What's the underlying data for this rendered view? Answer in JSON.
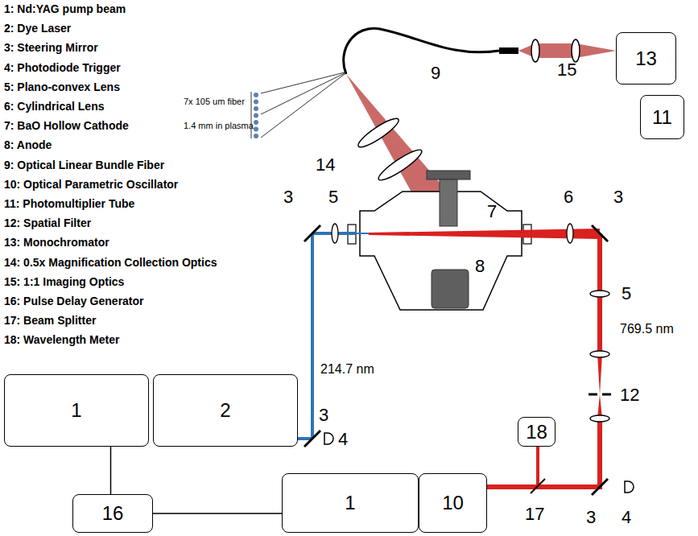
{
  "diagram": {
    "nodes": [
      {
        "text": [
          "13"
        ]
      },
      {
        "text": [
          "11"
        ]
      },
      {
        "text": [
          "1"
        ]
      },
      {
        "text": [
          "2"
        ]
      },
      {
        "text": [
          "18"
        ]
      },
      {
        "text": [
          "16"
        ]
      },
      {
        "text": [
          "1"
        ]
      },
      {
        "text": [
          "10"
        ]
      }
    ],
    "edges": [
      {
        "from": 5,
        "to": 2,
        "arrow": "none"
      },
      {
        "from": 5,
        "to": 6,
        "arrow": "none"
      }
    ],
    "labels": [
      "1: Nd:YAG pump beam",
      "2: Dye Laser",
      "3: Steering Mirror",
      "4: Photodiode Trigger",
      "5: Plano-convex Lens",
      "6: Cylindrical Lens",
      "7: BaO Hollow Cathode",
      "8: Anode",
      "9: Optical Linear Bundle Fiber",
      "10: Optical Parametric Oscillator",
      "11: Photomultiplier Tube",
      "12: Spatial Filter",
      "13: Monochromator",
      "14: 0.5x Magnification Collection Optics",
      "15: 1:1 Imaging Optics",
      "16: Pulse Delay Generator",
      "17: Beam Splitter",
      "18: Wavelength Meter",
      "3",
      "5",
      "3",
      "6",
      "7",
      "8",
      "14",
      "9",
      "15",
      "7x 105 um fiber",
      "1.4 mm in plasma",
      "214.7 nm",
      "5",
      "769.5 nm",
      "12",
      "3",
      "4",
      "3",
      "4",
      "17"
    ]
  }
}
